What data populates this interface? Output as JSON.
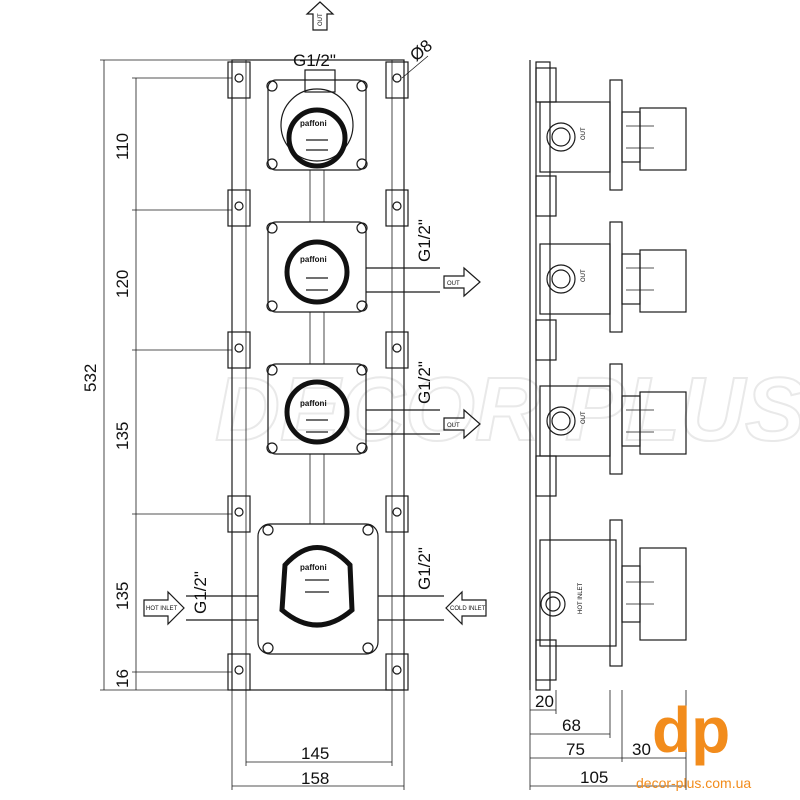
{
  "front_view": {
    "top_outlet_label": "OUT",
    "top_thread": "G1/2\"",
    "hole_dia": "Ø8",
    "brand": "paffoni",
    "dims_vertical": [
      "110",
      "120",
      "135",
      "135",
      "16"
    ],
    "overall_height": "532",
    "thread_labels": [
      "G1/2\"",
      "G1/2\"",
      "G1/2\""
    ],
    "outlet_labels": [
      "OUT",
      "OUT"
    ],
    "hot_inlet_label": "HOT INLET",
    "hot_thread": "G1/2\"",
    "cold_inlet_label": "COLD INLET",
    "dims_horizontal": [
      "145",
      "158"
    ]
  },
  "side_view": {
    "valve_label": "OUT",
    "mixer_label": "HOT INLET",
    "dims": [
      "20",
      "68",
      "75",
      "30",
      "105"
    ]
  },
  "watermark": "DECOR PLUS",
  "logo": {
    "letters": "dp",
    "url": "decor-plus.com.ua",
    "color": "#f28c1c"
  }
}
